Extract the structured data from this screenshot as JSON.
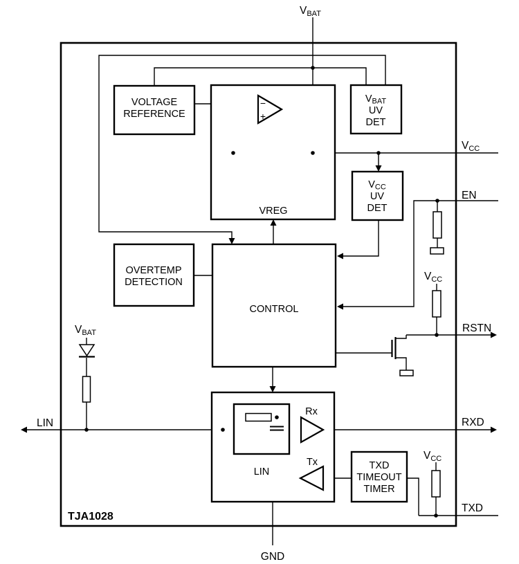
{
  "chip": {
    "part_number": "TJA1028"
  },
  "pins": {
    "vbat": {
      "base": "V",
      "sub": "BAT"
    },
    "vcc": {
      "base": "V",
      "sub": "CC"
    },
    "en": "EN",
    "rstn": "RSTN",
    "rxd": "RXD",
    "txd": "TXD",
    "lin": "LIN",
    "gnd": "GND"
  },
  "blocks": {
    "voltage_reference": {
      "line1": "VOLTAGE",
      "line2": "REFERENCE"
    },
    "vreg": {
      "label": "VREG",
      "opamp_minus": "−",
      "opamp_plus": "+"
    },
    "vbat_uv_det": {
      "base": "V",
      "sub": "BAT",
      "line2": "UV",
      "line3": "DET"
    },
    "vcc_uv_det": {
      "base": "V",
      "sub": "CC",
      "line2": "UV",
      "line3": "DET"
    },
    "overtemp_detection": {
      "line1": "OVERTEMP",
      "line2": "DETECTION"
    },
    "control": {
      "label": "CONTROL"
    },
    "lin_transceiver": {
      "label": "LIN",
      "rx": "Rx",
      "tx": "Tx"
    },
    "txd_timeout_timer": {
      "line1": "TXD",
      "line2": "TIMEOUT",
      "line3": "TIMER"
    }
  },
  "colors": {
    "line": "#000000",
    "text": "#000000",
    "background": "#ffffff"
  }
}
